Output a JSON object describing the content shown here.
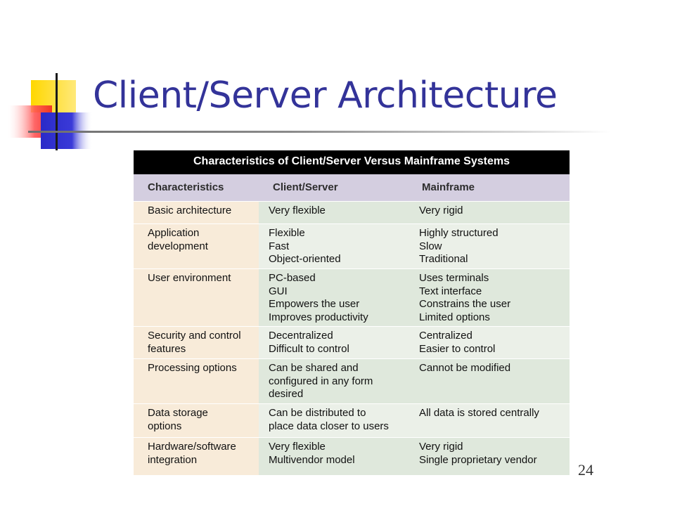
{
  "slide": {
    "title": "Client/Server Architecture",
    "page_number": "24"
  },
  "table": {
    "caption": "Characteristics of Client/Server Versus Mainframe Systems",
    "headers": [
      "Characteristics",
      "Client/Server",
      "Mainframe"
    ],
    "rows": [
      {
        "characteristic": [
          "Basic architecture"
        ],
        "client_server": [
          "Very flexible"
        ],
        "mainframe": [
          "Very rigid"
        ]
      },
      {
        "characteristic": [
          "Application",
          "development"
        ],
        "client_server": [
          "Flexible",
          "Fast",
          "Object-oriented"
        ],
        "mainframe": [
          "Highly structured",
          "Slow",
          "Traditional"
        ]
      },
      {
        "characteristic": [
          "User environment"
        ],
        "client_server": [
          "PC-based",
          "GUI",
          "Empowers the user",
          "Improves productivity"
        ],
        "mainframe": [
          "Uses terminals",
          "Text interface",
          "Constrains the user",
          "Limited options"
        ]
      },
      {
        "characteristic": [
          "Security and control",
          "features"
        ],
        "client_server": [
          "Decentralized",
          "Difficult to control"
        ],
        "mainframe": [
          "Centralized",
          "Easier to control"
        ]
      },
      {
        "characteristic": [
          "Processing options"
        ],
        "client_server": [
          "Can be shared and",
          "configured in any form",
          "desired"
        ],
        "mainframe": [
          "Cannot be modified"
        ]
      },
      {
        "characteristic": [
          "Data storage",
          "options"
        ],
        "client_server": [
          "Can be distributed to",
          "place data closer to users"
        ],
        "mainframe": [
          "All data is stored centrally"
        ]
      },
      {
        "characteristic": [
          "Hardware/software",
          "integration"
        ],
        "client_server": [
          "Very flexible",
          "Multivendor model"
        ],
        "mainframe": [
          "Very rigid",
          "Single proprietary vendor"
        ]
      }
    ]
  },
  "colors": {
    "title": "#333399",
    "caption_bg": "#000000",
    "header_bg": "#d4cee0",
    "first_col_bg": "#f8ebd9",
    "body_bg": "#dfe8dc",
    "body_bg_alt": "#ebf0e8"
  },
  "icons": {
    "logo": "overlapping-squares-logo-icon"
  }
}
